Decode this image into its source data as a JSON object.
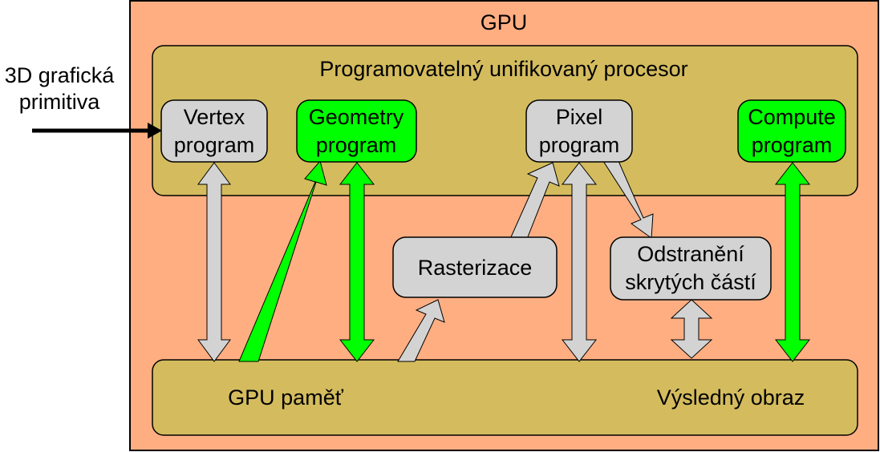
{
  "gpu_title": "GPU",
  "input_label": {
    "line1": "3D grafická",
    "line2": "primitiva"
  },
  "processor_title": "Programovatelný unifikovaný procesor",
  "programs": {
    "vertex": {
      "line1": "Vertex",
      "line2": "program",
      "color": "#d3d3d3"
    },
    "geometry": {
      "line1": "Geometry",
      "line2": "program",
      "color": "#00ff00"
    },
    "pixel": {
      "line1": "Pixel",
      "line2": "program",
      "color": "#d3d3d3"
    },
    "compute": {
      "line1": "Compute",
      "line2": "program",
      "color": "#00ff00"
    }
  },
  "rasterization": "Rasterizace",
  "hidden_removal": {
    "line1": "Odstranění",
    "line2": "skrytých částí"
  },
  "memory": {
    "left": "GPU paměť",
    "right": "Výsledný obraz"
  },
  "colors": {
    "gpu_fill": "#ffae82",
    "panel_fill": "#d4bc5e",
    "gray_arrow": "#d3d3d3",
    "green_arrow": "#00ff00"
  }
}
